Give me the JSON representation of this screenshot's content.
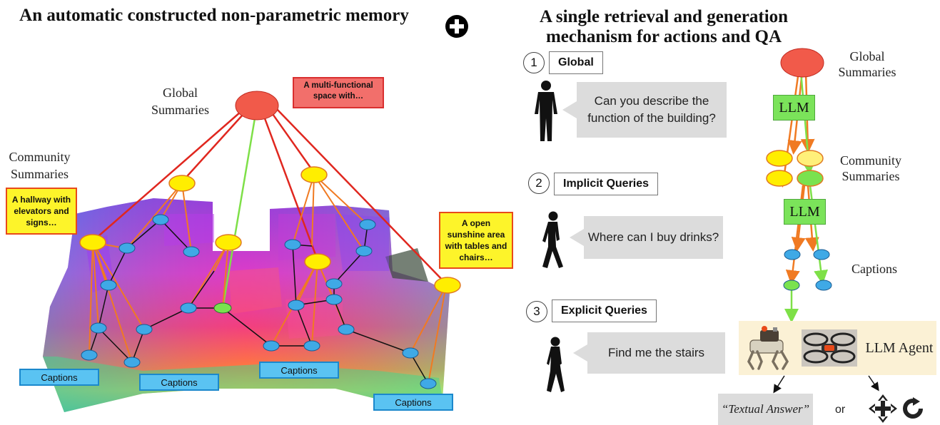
{
  "left": {
    "title": "An automatic constructed non-parametric memory",
    "global_label": "Global Summaries",
    "community_label": "Community Summaries",
    "callout_hallway": "A hallway with elevators and signs…",
    "callout_multi": "A multi-functional space with…",
    "callout_sunshine": "A open sunshine area with tables and chairs…",
    "captions": [
      "Captions",
      "Captions",
      "Captions",
      "Captions"
    ]
  },
  "plus_icon": "plus-circle-icon",
  "right": {
    "title": "A single retrieval and generation mechanism for actions and QA",
    "steps": [
      {
        "num": "1",
        "label": "Global",
        "question": "Can you describe the function of the building?"
      },
      {
        "num": "2",
        "label": "Implicit Queries",
        "question": "Where can I buy drinks?"
      },
      {
        "num": "3",
        "label": "Explicit Queries",
        "question": "Find me the stairs"
      }
    ],
    "global_label": "Global Summaries",
    "community_label": "Community Summaries",
    "captions_label": "Captions",
    "llm_label_1": "LLM",
    "llm_label_2": "LLM",
    "agent_label": "LLM Agent",
    "answer_text": "“Textual Answer”",
    "or_text": "or"
  },
  "colors": {
    "red_node": "#f15a4a",
    "yellow_node": "#ffee00",
    "blue_node": "#3fa9e6",
    "green_node": "#7ae24f",
    "orange_edge": "#f07a22",
    "red_edge": "#e0271f",
    "green_edge": "#7ee048"
  }
}
